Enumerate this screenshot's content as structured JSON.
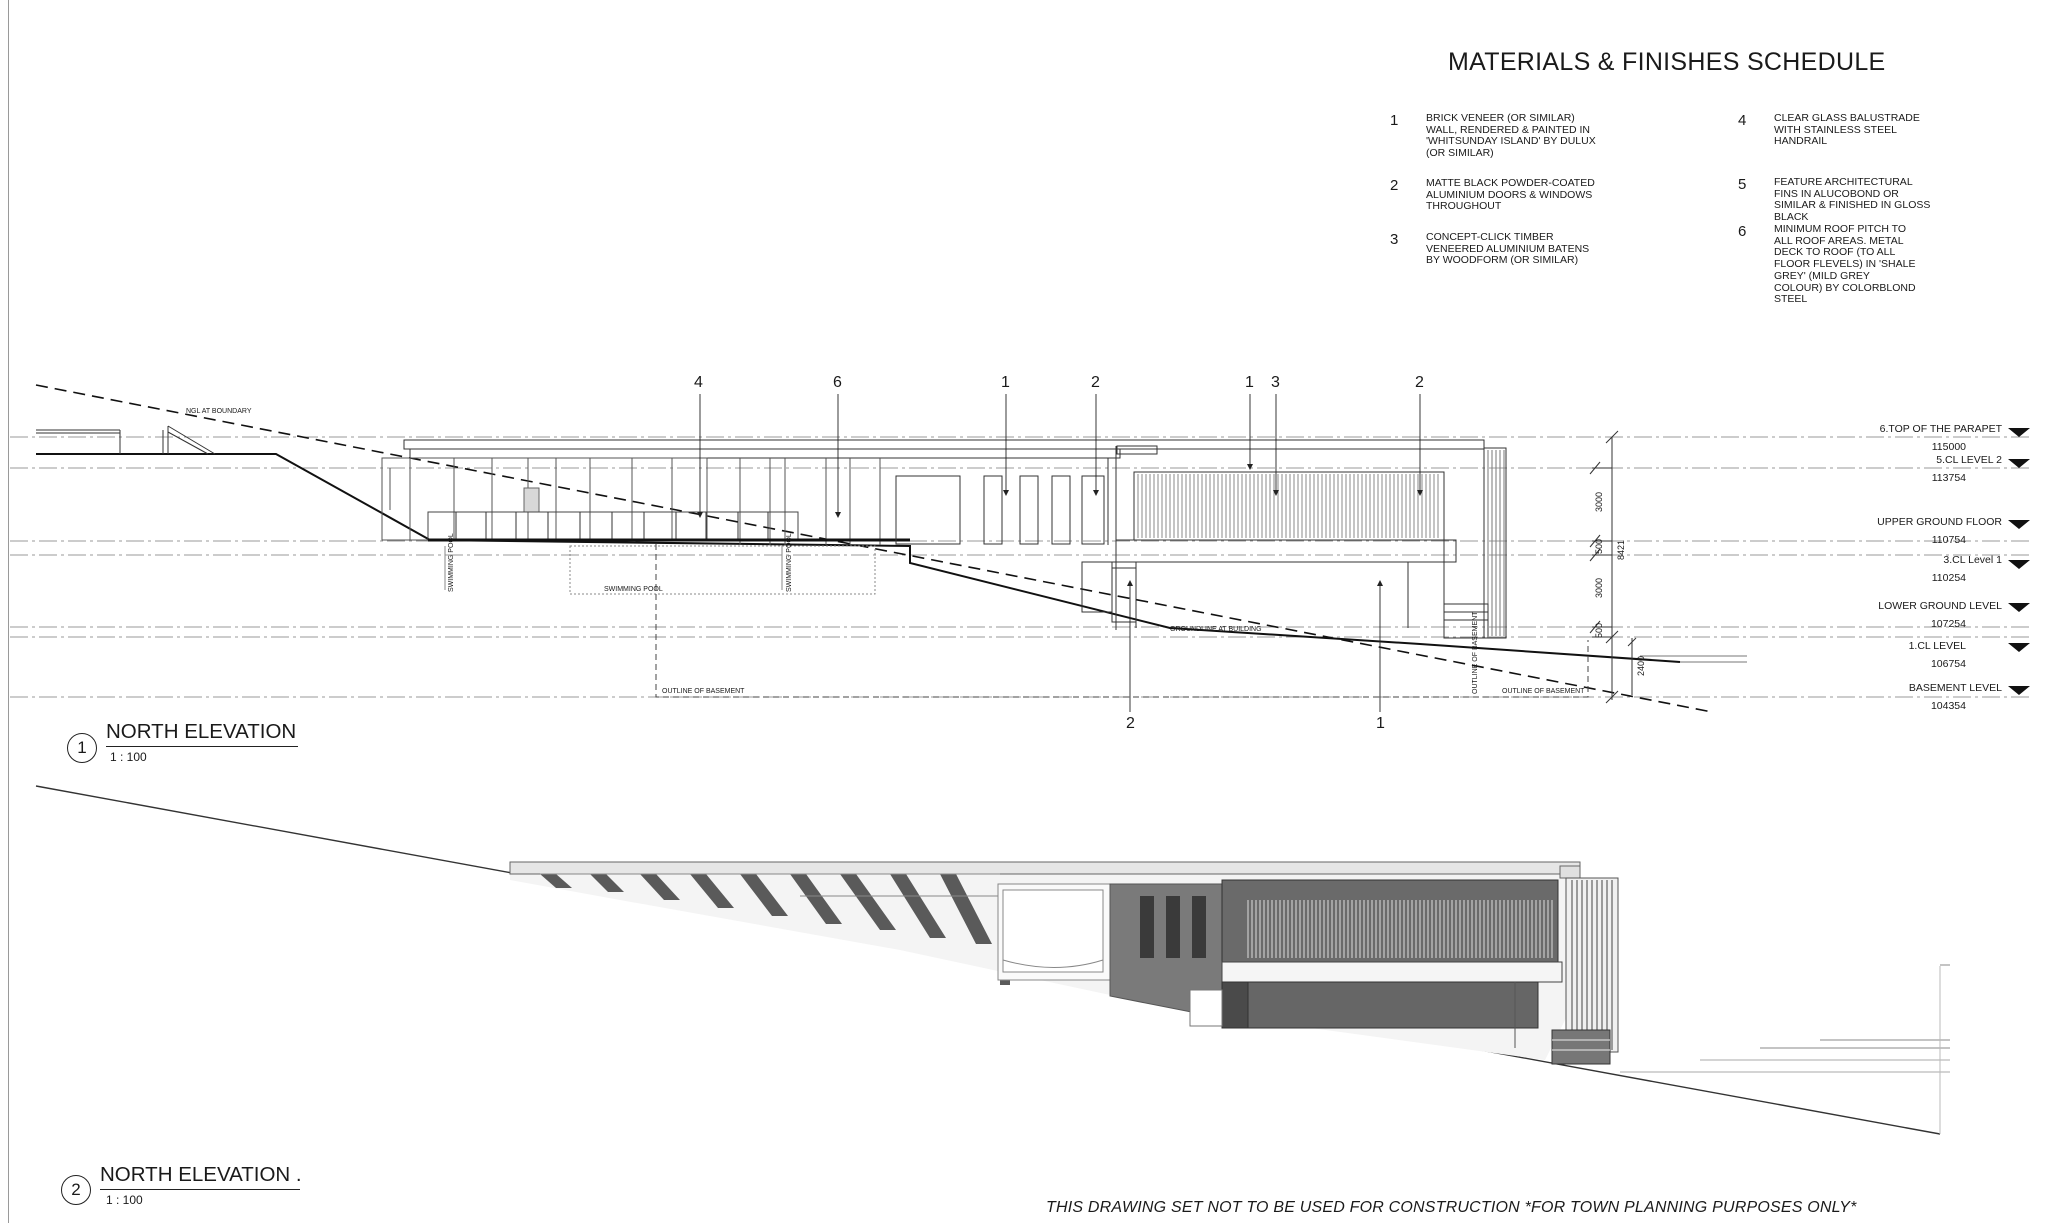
{
  "schedule": {
    "title": "MATERIALS & FINISHES SCHEDULE",
    "items": [
      {
        "num": "1",
        "text": "BRICK VENEER (OR SIMILAR) WALL, RENDERED & PAINTED IN 'WHITSUNDAY ISLAND' BY DULUX (OR SIMILAR)"
      },
      {
        "num": "2",
        "text": "MATTE BLACK POWDER-COATED ALUMINIUM DOORS & WINDOWS THROUGHOUT"
      },
      {
        "num": "3",
        "text": "CONCEPT-CLICK TIMBER VENEERED ALUMINIUM BATENS BY WOODFORM (OR SIMILAR)"
      },
      {
        "num": "4",
        "text": "CLEAR GLASS BALUSTRADE WITH STAINLESS STEEL HANDRAIL"
      },
      {
        "num": "5",
        "text": "FEATURE ARCHITECTURAL FINS IN ALUCOBOND OR SIMILAR & FINISHED IN GLOSS BLACK"
      },
      {
        "num": "6",
        "text": "MINIMUM ROOF PITCH TO ALL ROOF AREAS. METAL DECK TO ROOF (TO ALL FLOOR FLEVELS) IN 'SHALE GREY' (MILD GREY COLOUR) BY COLORBLOND STEEL"
      }
    ]
  },
  "callouts_top": [
    "4",
    "6",
    "1",
    "2",
    "1",
    "3",
    "2"
  ],
  "callouts_bottom": [
    "2",
    "1"
  ],
  "levels": [
    {
      "name": "6.TOP OF THE PARAPET",
      "value": "115000"
    },
    {
      "name": "5.CL LEVEL 2",
      "value": "113754"
    },
    {
      "name": "UPPER GROUND FLOOR",
      "value": "110754"
    },
    {
      "name": "3.CL Level 1",
      "value": "110254"
    },
    {
      "name": "LOWER GROUND LEVEL",
      "value": "107254"
    },
    {
      "name": "1.CL LEVEL",
      "value": "106754"
    },
    {
      "name": "BASEMENT LEVEL",
      "value": "104354"
    }
  ],
  "dimensions": [
    "3000",
    "500",
    "8421",
    "3000",
    "500",
    "2400"
  ],
  "annotations": {
    "ngl": "NGL AT BOUNDARY",
    "pool_left": "SWIMMING POOL",
    "pool_mid": "SWIMMING POOL",
    "pool_right": "SWIMMING POOL",
    "groundline": "GROUNDLINE AT BUILDING",
    "basement_left": "OUTLINE OF BASEMENT",
    "basement_vertical": "OUTLINE OF BASEMENT",
    "basement_right": "OUTLINE OF BASEMENT"
  },
  "views": [
    {
      "num": "1",
      "title": "NORTH ELEVATION",
      "scale": "1 : 100"
    },
    {
      "num": "2",
      "title": "NORTH ELEVATION .",
      "scale": "1 : 100"
    }
  ],
  "disclaimer": "THIS DRAWING SET NOT TO BE USED FOR CONSTRUCTION *FOR TOWN PLANNING PURPOSES ONLY*"
}
